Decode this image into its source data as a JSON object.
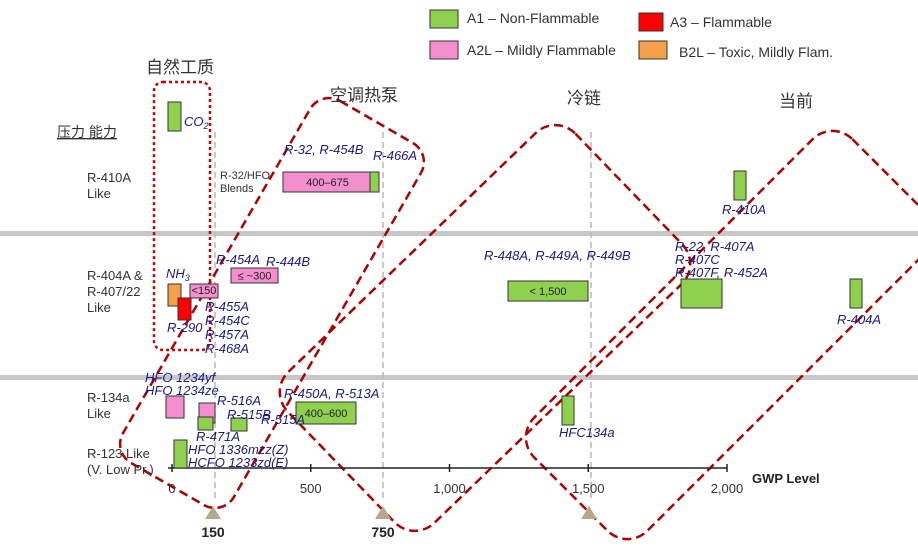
{
  "legend": {
    "items": [
      {
        "label": "A1 – Non-Flammable",
        "color": "#8fd14f"
      },
      {
        "label": "A3 – Flammable",
        "color": "#ff0000"
      },
      {
        "label": "A2L – Mildly Flammable",
        "color": "#f48fcf"
      },
      {
        "label": "B2L – Toxic, Mildly Flam.",
        "color": "#f7a04a"
      }
    ]
  },
  "categories": {
    "natural": "自然工质",
    "ac_heat_pump": "空调热泵",
    "cold_chain": "冷链",
    "current": "当前"
  },
  "yaxis_title": "压力 能力",
  "rows": {
    "r410a": [
      "R-410A",
      "Like"
    ],
    "r404a": [
      "R-404A &",
      "R-407/22",
      "Like"
    ],
    "r134a": [
      "R-134a",
      "Like"
    ],
    "r123": [
      "R-123 Like",
      "(V. Low Pr.)"
    ]
  },
  "chart_data": {
    "type": "bar",
    "title": "",
    "xlabel": "GWP Level",
    "xlim": [
      0,
      2000
    ],
    "xticks": [
      0,
      500,
      1000,
      1500,
      2000
    ],
    "xtick_labels": [
      "0",
      "500",
      "1,000",
      "1,500",
      "2,000"
    ],
    "markers": [
      {
        "x": 150,
        "label": "150"
      },
      {
        "x": 750,
        "label": "750"
      },
      {
        "x": 1500,
        "label": ""
      }
    ],
    "bars": [
      {
        "id": "co2",
        "row": "r410a",
        "x0": 0,
        "x1": 40,
        "color": "#8fd14f",
        "label": "",
        "sub_label": "CO2"
      },
      {
        "id": "r32-blends",
        "row": "r410a",
        "x0": 410,
        "x1": 720,
        "color": "#f48fcf",
        "label": "400–675"
      },
      {
        "id": "r466a",
        "row": "r410a",
        "x0": 720,
        "x1": 755,
        "color": "#8fd14f",
        "label": ""
      },
      {
        "id": "r410a",
        "row": "r410a",
        "x0": 2060,
        "x1": 2100,
        "color": "#8fd14f",
        "label": ""
      },
      {
        "id": "nh3",
        "row": "r404a",
        "x0": 0,
        "x1": 40,
        "color": "#f7a04a",
        "label": ""
      },
      {
        "id": "r290",
        "row": "r404a",
        "x0": 25,
        "x1": 75,
        "color": "#ff0000",
        "label": ""
      },
      {
        "id": "r455a-group",
        "row": "r404a",
        "x0": 70,
        "x1": 170,
        "color": "#f48fcf",
        "label": "<150"
      },
      {
        "id": "r454a-r444b",
        "row": "r404a",
        "x0": 220,
        "x1": 390,
        "color": "#f48fcf",
        "label": "≤ ~300"
      },
      {
        "id": "r448a-group",
        "row": "r404a",
        "x0": 1230,
        "x1": 1520,
        "color": "#8fd14f",
        "label": "< 1,500"
      },
      {
        "id": "r22-group",
        "row": "r404a",
        "x0": 1840,
        "x1": 1990,
        "color": "#8fd14f",
        "label": ""
      },
      {
        "id": "r404a",
        "row": "r404a",
        "x0": 2400,
        "x1": 2440,
        "color": "#8fd14f",
        "label": ""
      },
      {
        "id": "hfo1234",
        "row": "r134a",
        "x0": 0,
        "x1": 60,
        "color": "#f48fcf",
        "label": ""
      },
      {
        "id": "r516a",
        "row": "r134a",
        "x0": 110,
        "x1": 165,
        "color": "#f48fcf",
        "label": ""
      },
      {
        "id": "r471a",
        "row": "r134a",
        "x0": 100,
        "x1": 150,
        "color": "#8fd14f",
        "label": ""
      },
      {
        "id": "r515b",
        "row": "r134a",
        "x0": 225,
        "x1": 285,
        "color": "#8fd14f",
        "label": ""
      },
      {
        "id": "r450a-r513a",
        "row": "r134a",
        "x0": 410,
        "x1": 650,
        "color": "#8fd14f",
        "label": "400–600"
      },
      {
        "id": "hfc134a",
        "row": "r134a",
        "x0": 1410,
        "x1": 1450,
        "color": "#8fd14f",
        "label": ""
      },
      {
        "id": "hfo1336",
        "row": "r123",
        "x0": 10,
        "x1": 55,
        "color": "#8fd14f",
        "label": ""
      }
    ],
    "annotations": {
      "co2": "CO",
      "co2_sub": "2",
      "r32_blends": [
        "R-32/HFO",
        "Blends"
      ],
      "r32_r454b": "R-32, R-454B",
      "r466a": "R-466A",
      "r410a": "R-410A",
      "nh3": "NH",
      "nh3_sub": "3",
      "r290": "R-290",
      "r454a": "R-454A",
      "r444b": "R-444B",
      "r455a_group": [
        "R-455A",
        "R-454C",
        "R-457A",
        "R-468A"
      ],
      "r448a_group": "R-448A, R-449A, R-449B",
      "r22_group": [
        "R-22, R-407A",
        "R-407C",
        "R-407F, R-452A"
      ],
      "r404a": "R-404A",
      "hfo1234": [
        "HFO 1234yf",
        "HFO 1234ze"
      ],
      "r516a": "R-516A",
      "r471a": "R-471A",
      "r515b": "R-515B",
      "r515a": "R-515A",
      "r450a_r513a": "R-450A, R-513A",
      "hfc134a": "HFC134a",
      "hfo1336": [
        "HFO 1336mzz(Z)",
        "HCFO 1233zd(E)"
      ]
    }
  }
}
